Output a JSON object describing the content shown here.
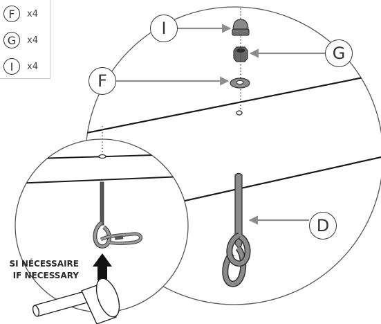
{
  "legend": {
    "items": [
      {
        "letter": "F",
        "quantity": "x4"
      },
      {
        "letter": "G",
        "quantity": "x4"
      },
      {
        "letter": "I",
        "quantity": "x4"
      }
    ]
  },
  "callouts": {
    "I": "I",
    "G": "G",
    "F": "F",
    "D": "D"
  },
  "note": {
    "line_fr": "SI NÉCESSAIRE",
    "line_en": "IF NECESSARY"
  },
  "colors": {
    "line": "#1a1a1a",
    "part_gray": "#8a8a8a",
    "part_dark": "#555555",
    "arrow_gray": "#8c8c8c",
    "hammer_fill": "#ffffff"
  }
}
